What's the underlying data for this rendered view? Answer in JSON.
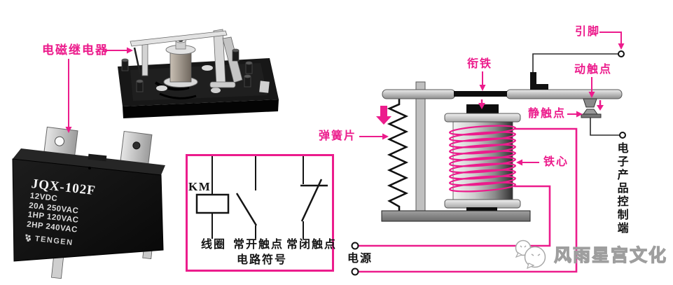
{
  "colors": {
    "accent_magenta": "#EC1C8C",
    "watermark_gray": "#9e9e9e"
  },
  "photo_label": {
    "text": "电磁继电器"
  },
  "relay_product": {
    "model": "JQX-102F",
    "specs": [
      "12VDC",
      "20A 250VAC",
      "1HP 120VAC",
      "2HP 240VAC"
    ],
    "brand": "TENGEN"
  },
  "circuit_symbols": {
    "relay_code": "KM",
    "coil": "线圈",
    "normally_open": "常开触点",
    "normally_closed": "常闭触点",
    "caption": "电路符号"
  },
  "structure_diagram": {
    "pin": "引脚",
    "armature": "衔铁",
    "moving_contact": "动触点",
    "static_contact": "静触点",
    "spring_leaf": "弹簧片",
    "iron_core": "铁心",
    "power": "电源",
    "control_terminal": "电子产品控制端"
  },
  "watermark": {
    "brand_text": "风雨星宫文化"
  }
}
